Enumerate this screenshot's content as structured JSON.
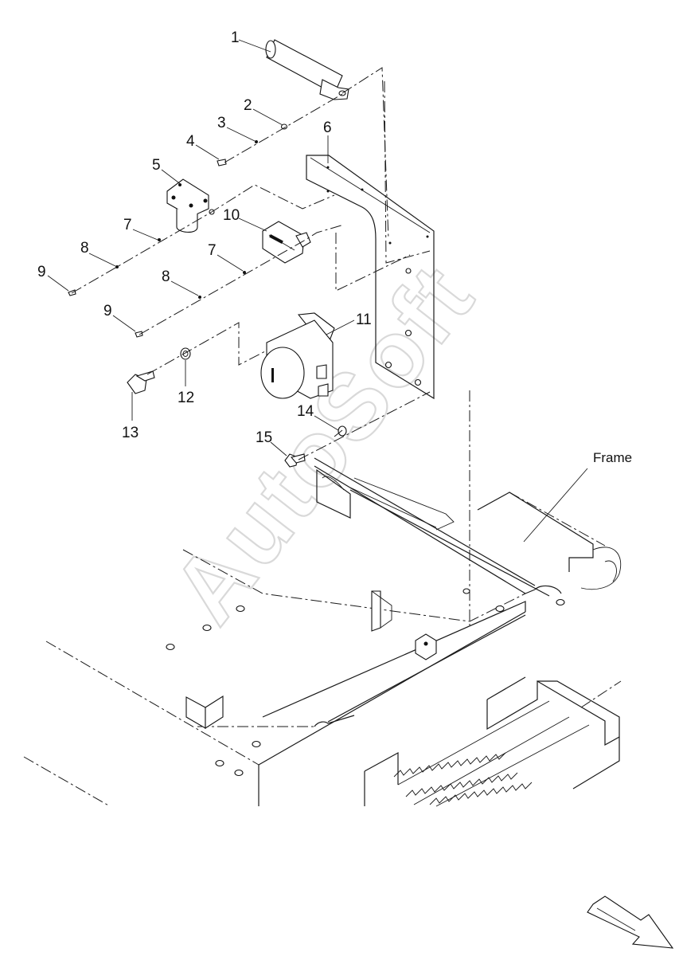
{
  "diagram": {
    "header_text": "",
    "callouts": [
      "1",
      "2",
      "3",
      "4",
      "5",
      "6",
      "7",
      "8",
      "9",
      "10",
      "7",
      "8",
      "9",
      "11",
      "12",
      "13",
      "14",
      "15"
    ],
    "frame_label": "Frame",
    "watermark": "AutoSoft",
    "colors": {
      "ink": "#111111",
      "background": "#ffffff",
      "watermark": "#d9d9d9"
    },
    "direction_arrow_icon": "front-direction-arrow"
  }
}
